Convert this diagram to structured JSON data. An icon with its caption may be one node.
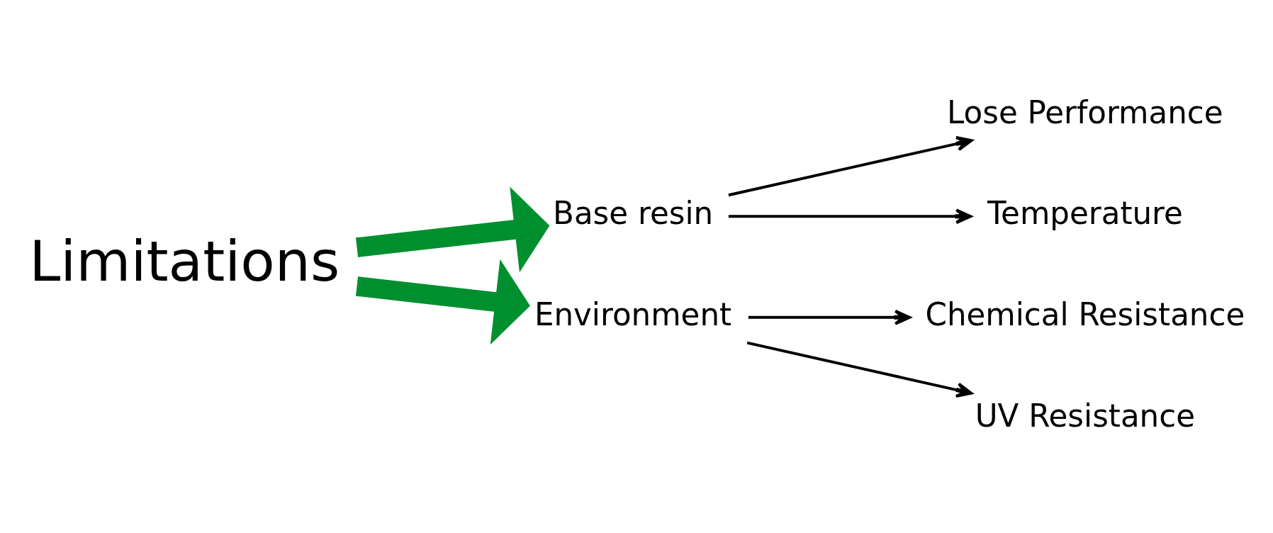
{
  "diagram": {
    "nodes": [
      {
        "text": [
          "Limitations"
        ]
      },
      {
        "text": [
          "Base resin"
        ]
      },
      {
        "text": [
          "Environment"
        ]
      },
      {
        "text": [
          "Lose Performance"
        ]
      },
      {
        "text": [
          "Temperature"
        ]
      },
      {
        "text": [
          "Chemical Resistance"
        ]
      },
      {
        "text": [
          "UV Resistance"
        ]
      }
    ],
    "edges": [
      {
        "from": 0,
        "to": 1,
        "arrow": "to",
        "style": "thick",
        "color": "#008f2f"
      },
      {
        "from": 0,
        "to": 2,
        "arrow": "to",
        "style": "thick",
        "color": "#008f2f"
      },
      {
        "from": 1,
        "to": 3,
        "arrow": "to"
      },
      {
        "from": 1,
        "to": 4,
        "arrow": "to"
      },
      {
        "from": 2,
        "to": 5,
        "arrow": "to"
      },
      {
        "from": 2,
        "to": 6,
        "arrow": "to"
      }
    ]
  }
}
